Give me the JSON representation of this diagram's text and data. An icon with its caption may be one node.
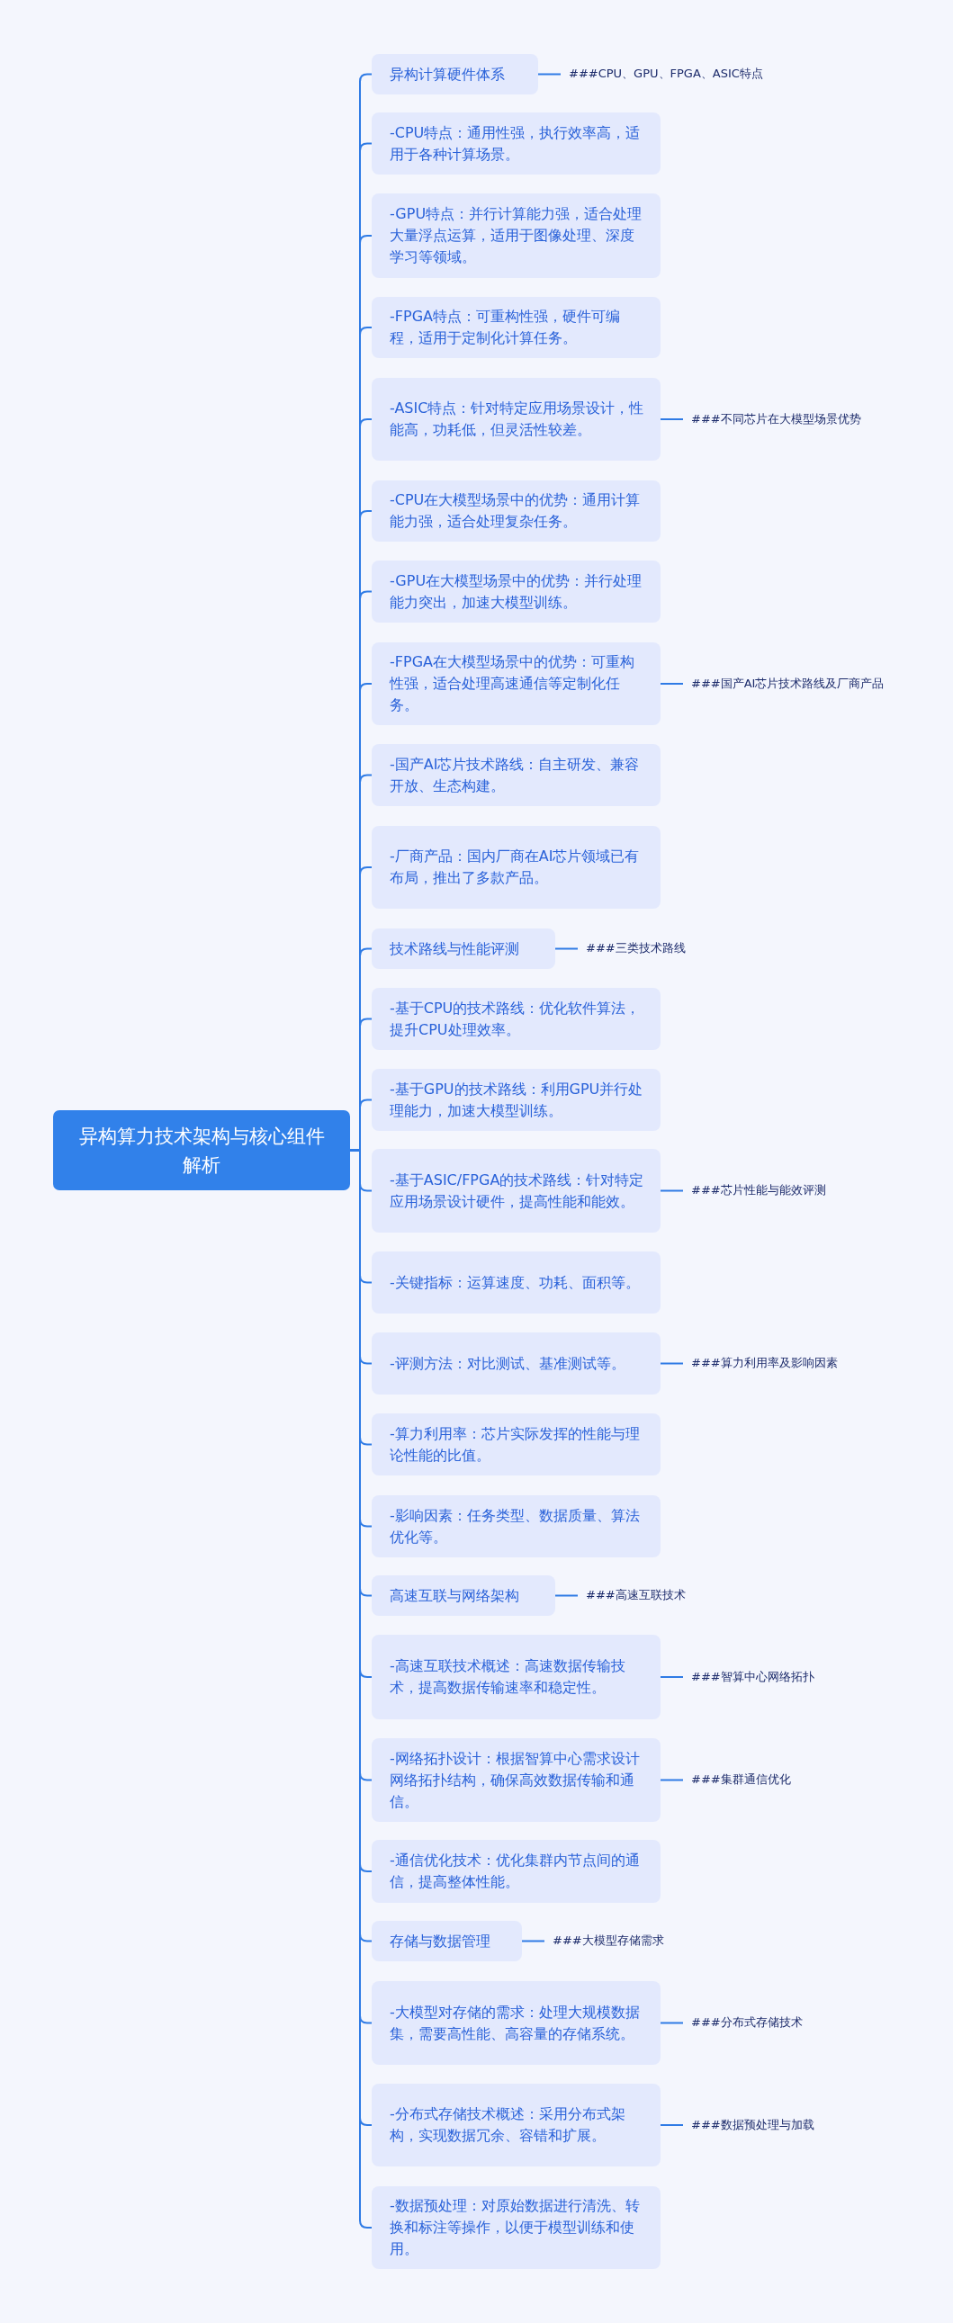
{
  "diagram": {
    "nodes": [
      {
        "text": [
          "异构算力技术架构与核心组件解析"
        ]
      },
      {
        "text": [
          "异构计算硬件体系"
        ]
      },
      {
        "text": [
          "###CPU、GPU、FPGA、ASIC特点"
        ]
      },
      {
        "text": [
          "-CPU特点：通用性强，执行效率高，适用于各种计算场景。"
        ]
      },
      {
        "text": [
          "-GPU特点：并行计算能力强，适合处理大量浮点运算，适用于图像处理、深度学习等领域。"
        ]
      },
      {
        "text": [
          "-FPGA特点：可重构性强，硬件可编程，适用于定制化计算任务。"
        ]
      },
      {
        "text": [
          "-ASIC特点：针对特定应用场景设计，性能高，功耗低，但灵活性较差。"
        ]
      },
      {
        "text": [
          "###不同芯片在大模型场景优势"
        ]
      },
      {
        "text": [
          "-CPU在大模型场景中的优势：通用计算能力强，适合处理复杂任务。"
        ]
      },
      {
        "text": [
          "-GPU在大模型场景中的优势：并行处理能力突出，加速大模型训练。"
        ]
      },
      {
        "text": [
          "-FPGA在大模型场景中的优势：可重构性强，适合处理高速通信等定制化任务。"
        ]
      },
      {
        "text": [
          "###国产AI芯片技术路线及厂商产品"
        ]
      },
      {
        "text": [
          "-国产AI芯片技术路线：自主研发、兼容开放、生态构建。"
        ]
      },
      {
        "text": [
          "-厂商产品：国内厂商在AI芯片领域已有布局，推出了多款产品。"
        ]
      },
      {
        "text": [
          "技术路线与性能评测"
        ]
      },
      {
        "text": [
          "###三类技术路线"
        ]
      },
      {
        "text": [
          "-基于CPU的技术路线：优化软件算法，提升CPU处理效率。"
        ]
      },
      {
        "text": [
          "-基于GPU的技术路线：利用GPU并行处理能力，加速大模型训练。"
        ]
      },
      {
        "text": [
          "-基于ASIC/FPGA的技术路线：针对特定应用场景设计硬件，提高性能和能效。"
        ]
      },
      {
        "text": [
          "###芯片性能与能效评测"
        ]
      },
      {
        "text": [
          "-关键指标：运算速度、功耗、面积等。"
        ]
      },
      {
        "text": [
          "-评测方法：对比测试、基准测试等。"
        ]
      },
      {
        "text": [
          "###算力利用率及影响因素"
        ]
      },
      {
        "text": [
          "-算力利用率：芯片实际发挥的性能与理论性能的比值。"
        ]
      },
      {
        "text": [
          "-影响因素：任务类型、数据质量、算法优化等。"
        ]
      },
      {
        "text": [
          "高速互联与网络架构"
        ]
      },
      {
        "text": [
          "###高速互联技术"
        ]
      },
      {
        "text": [
          "-高速互联技术概述：高速数据传输技术，提高数据传输速率和稳定性。"
        ]
      },
      {
        "text": [
          "###智算中心网络拓扑"
        ]
      },
      {
        "text": [
          "-网络拓扑设计：根据智算中心需求设计网络拓扑结构，确保高效数据传输和通信。"
        ]
      },
      {
        "text": [
          "###集群通信优化"
        ]
      },
      {
        "text": [
          "-通信优化技术：优化集群内节点间的通信，提高整体性能。"
        ]
      },
      {
        "text": [
          "存储与数据管理"
        ]
      },
      {
        "text": [
          "###大模型存储需求"
        ]
      },
      {
        "text": [
          "-大模型对存储的需求：处理大规模数据集，需要高性能、高容量的存储系统。"
        ]
      },
      {
        "text": [
          "###分布式存储技术"
        ]
      },
      {
        "text": [
          "-分布式存储技术概述：采用分布式架构，实现数据冗余、容错和扩展。"
        ]
      },
      {
        "text": [
          "###数据预处理与加载"
        ]
      },
      {
        "text": [
          "-数据预处理：对原始数据进行清洗、转换和标注等操作，以便于模型训练和使用。"
        ]
      }
    ],
    "edges": [
      {
        "from": 0,
        "to": 1,
        "arrow": "none"
      },
      {
        "from": 1,
        "to": 2,
        "arrow": "none"
      },
      {
        "from": 0,
        "to": 3,
        "arrow": "none"
      },
      {
        "from": 0,
        "to": 4,
        "arrow": "none"
      },
      {
        "from": 0,
        "to": 5,
        "arrow": "none"
      },
      {
        "from": 0,
        "to": 6,
        "arrow": "none"
      },
      {
        "from": 6,
        "to": 7,
        "arrow": "none"
      },
      {
        "from": 0,
        "to": 8,
        "arrow": "none"
      },
      {
        "from": 0,
        "to": 9,
        "arrow": "none"
      },
      {
        "from": 0,
        "to": 10,
        "arrow": "none"
      },
      {
        "from": 10,
        "to": 11,
        "arrow": "none"
      },
      {
        "from": 0,
        "to": 12,
        "arrow": "none"
      },
      {
        "from": 0,
        "to": 13,
        "arrow": "none"
      },
      {
        "from": 0,
        "to": 14,
        "arrow": "none"
      },
      {
        "from": 14,
        "to": 15,
        "arrow": "none"
      },
      {
        "from": 0,
        "to": 16,
        "arrow": "none"
      },
      {
        "from": 0,
        "to": 17,
        "arrow": "none"
      },
      {
        "from": 0,
        "to": 18,
        "arrow": "none"
      },
      {
        "from": 18,
        "to": 19,
        "arrow": "none"
      },
      {
        "from": 0,
        "to": 20,
        "arrow": "none"
      },
      {
        "from": 0,
        "to": 21,
        "arrow": "none"
      },
      {
        "from": 21,
        "to": 22,
        "arrow": "none"
      },
      {
        "from": 0,
        "to": 23,
        "arrow": "none"
      },
      {
        "from": 0,
        "to": 24,
        "arrow": "none"
      },
      {
        "from": 0,
        "to": 25,
        "arrow": "none"
      },
      {
        "from": 25,
        "to": 26,
        "arrow": "none"
      },
      {
        "from": 0,
        "to": 27,
        "arrow": "none"
      },
      {
        "from": 27,
        "to": 28,
        "arrow": "none"
      },
      {
        "from": 0,
        "to": 29,
        "arrow": "none"
      },
      {
        "from": 29,
        "to": 30,
        "arrow": "none"
      },
      {
        "from": 0,
        "to": 31,
        "arrow": "none"
      },
      {
        "from": 0,
        "to": 32,
        "arrow": "none"
      },
      {
        "from": 32,
        "to": 33,
        "arrow": "none"
      },
      {
        "from": 0,
        "to": 34,
        "arrow": "none"
      },
      {
        "from": 34,
        "to": 35,
        "arrow": "none"
      },
      {
        "from": 0,
        "to": 36,
        "arrow": "none"
      },
      {
        "from": 36,
        "to": 37,
        "arrow": "none"
      },
      {
        "from": 0,
        "to": 38,
        "arrow": "none"
      }
    ]
  }
}
